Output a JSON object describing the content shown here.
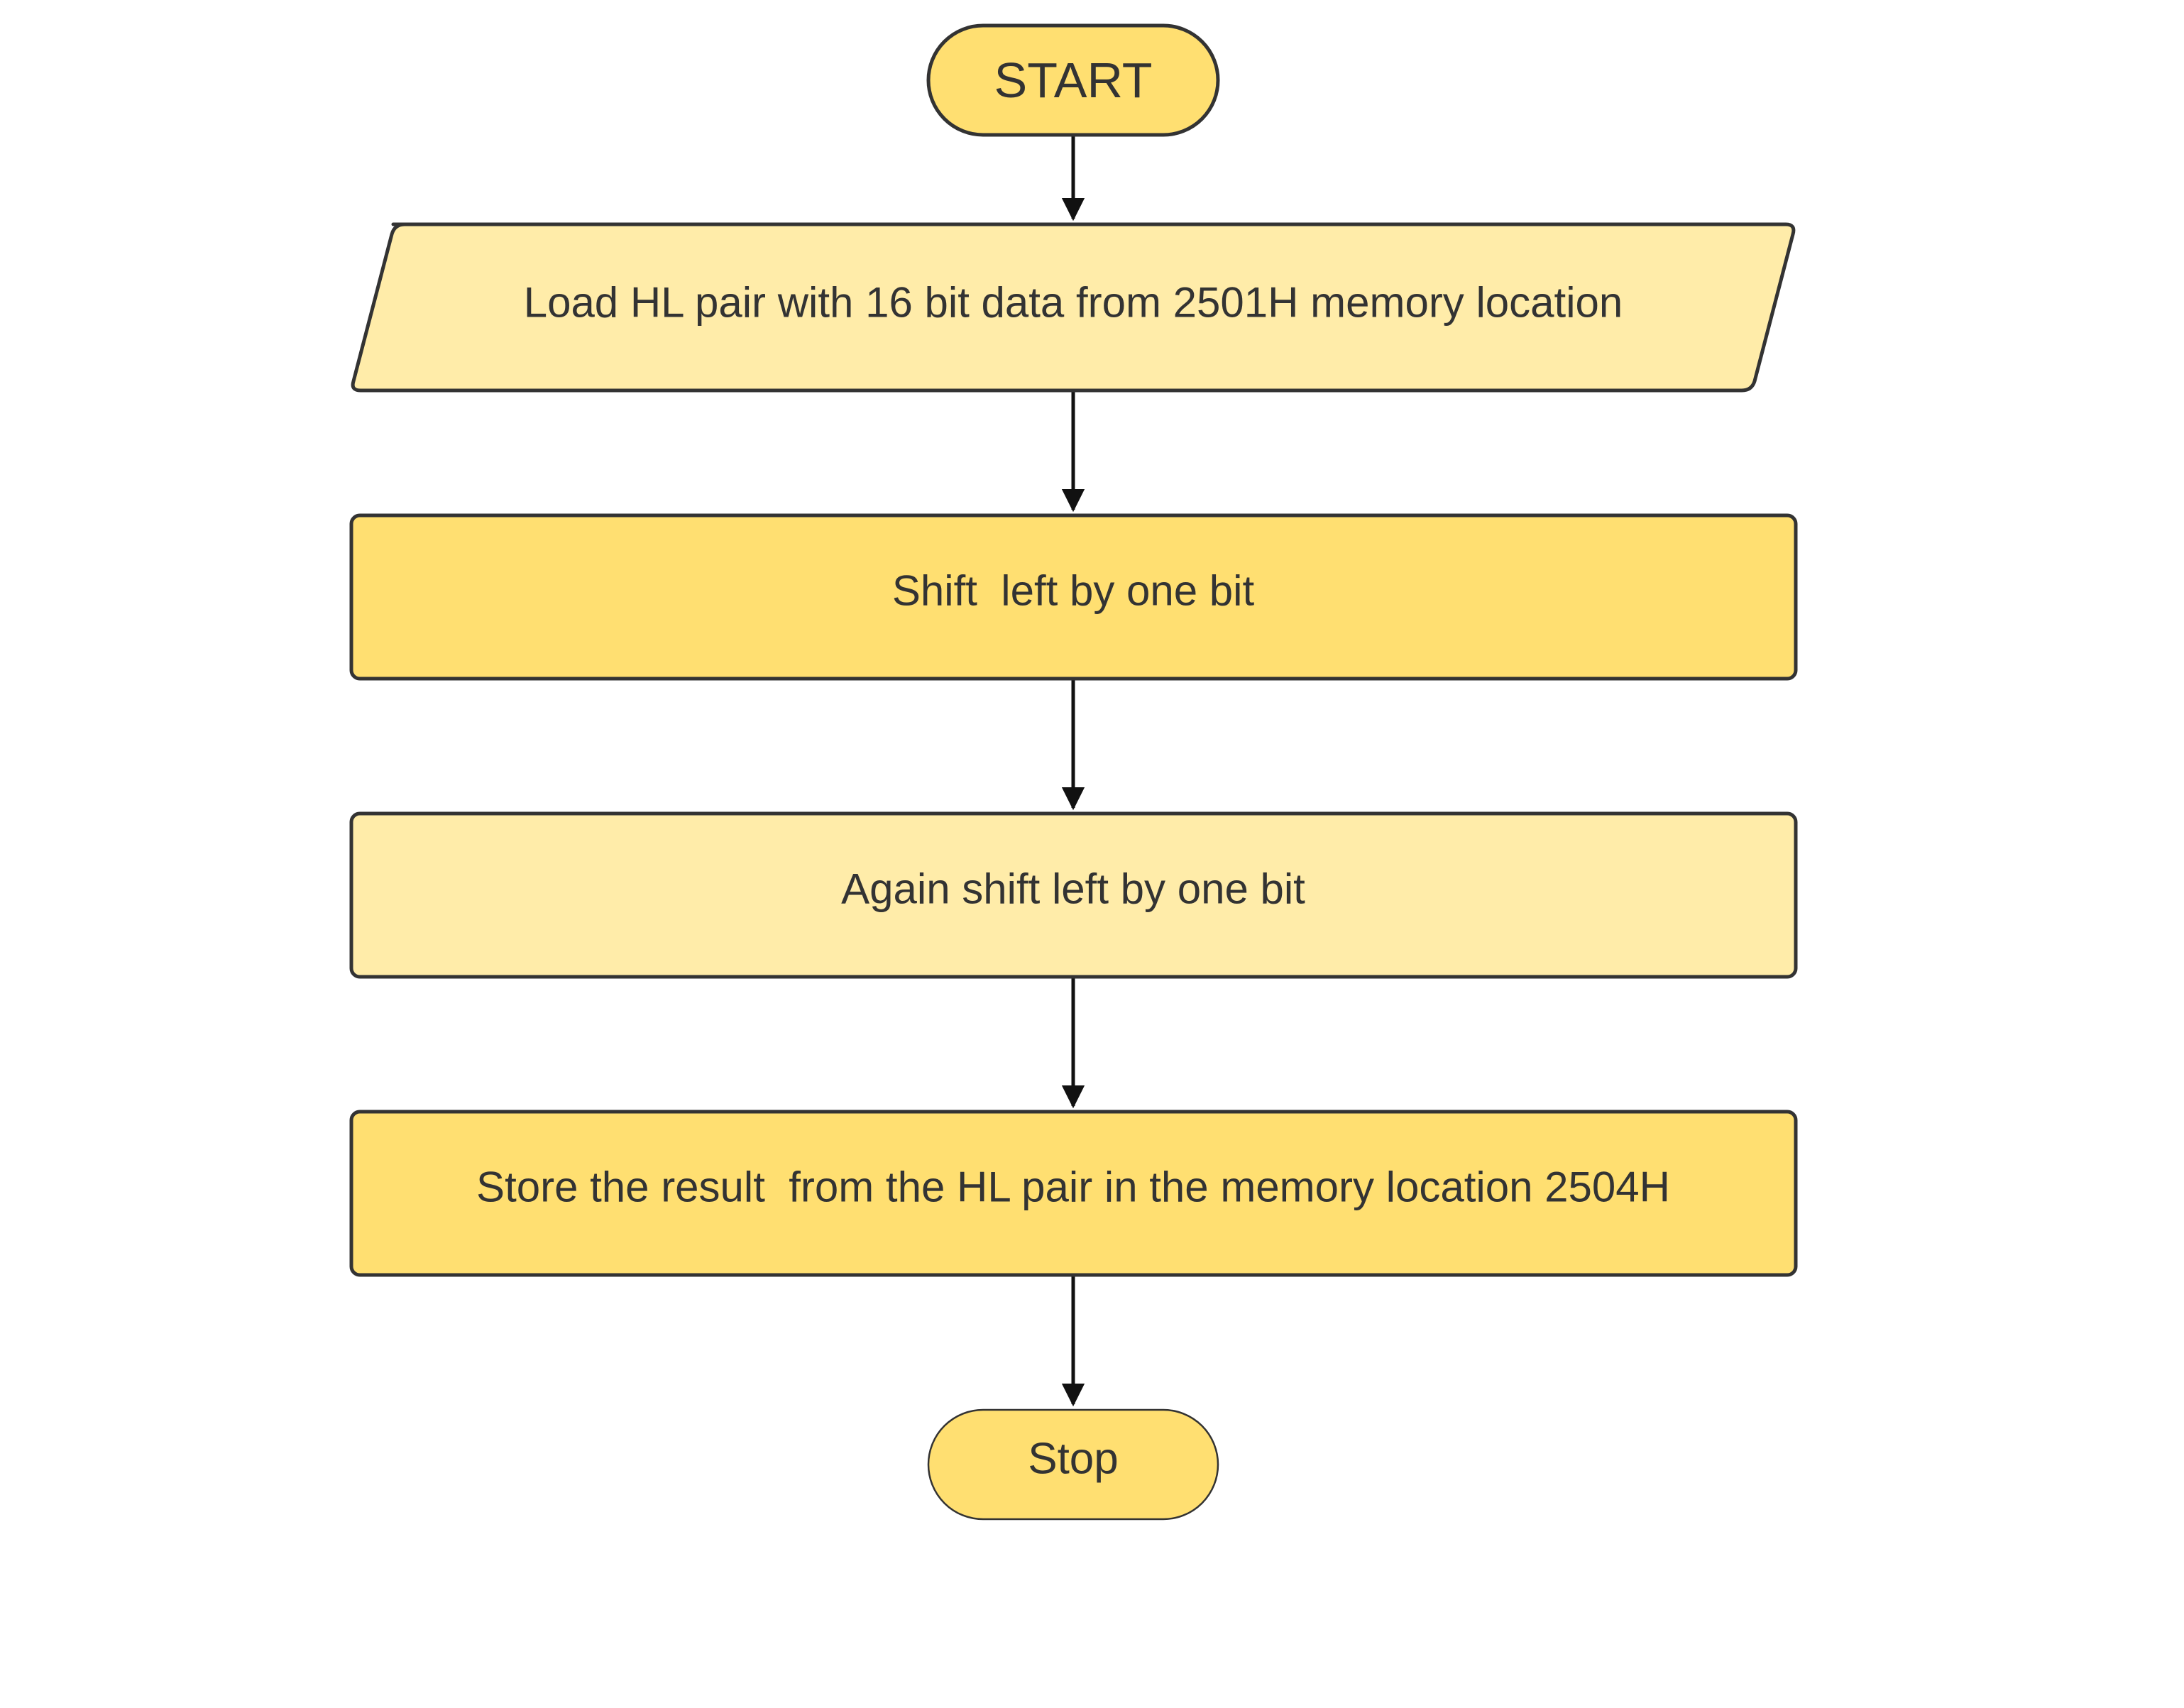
{
  "diagram": {
    "type": "flowchart",
    "nodes": [
      {
        "id": "start",
        "shape": "terminator",
        "label": "START",
        "fill": "#FFDF71"
      },
      {
        "id": "load",
        "shape": "parallelogram",
        "label": "Load HL pair with 16 bit data from 2501H memory location",
        "fill": "#FFECA9"
      },
      {
        "id": "shift1",
        "shape": "rectangle",
        "label": "Shift  left by one bit",
        "fill": "#FFDF71"
      },
      {
        "id": "shift2",
        "shape": "rectangle",
        "label": "Again shift left by one bit",
        "fill": "#FFECA9"
      },
      {
        "id": "store",
        "shape": "rectangle",
        "label": "Store the result  from the HL pair in the memory location 2504H",
        "fill": "#FFDF71"
      },
      {
        "id": "stop",
        "shape": "terminator",
        "label": "Stop",
        "fill": "#FFDF71"
      }
    ],
    "edges": [
      {
        "from": "start",
        "to": "load"
      },
      {
        "from": "load",
        "to": "shift1"
      },
      {
        "from": "shift1",
        "to": "shift2"
      },
      {
        "from": "shift2",
        "to": "store"
      },
      {
        "from": "store",
        "to": "stop"
      }
    ],
    "colors": {
      "stroke": "#333333",
      "arrow": "#111111",
      "text": "#333333"
    }
  }
}
